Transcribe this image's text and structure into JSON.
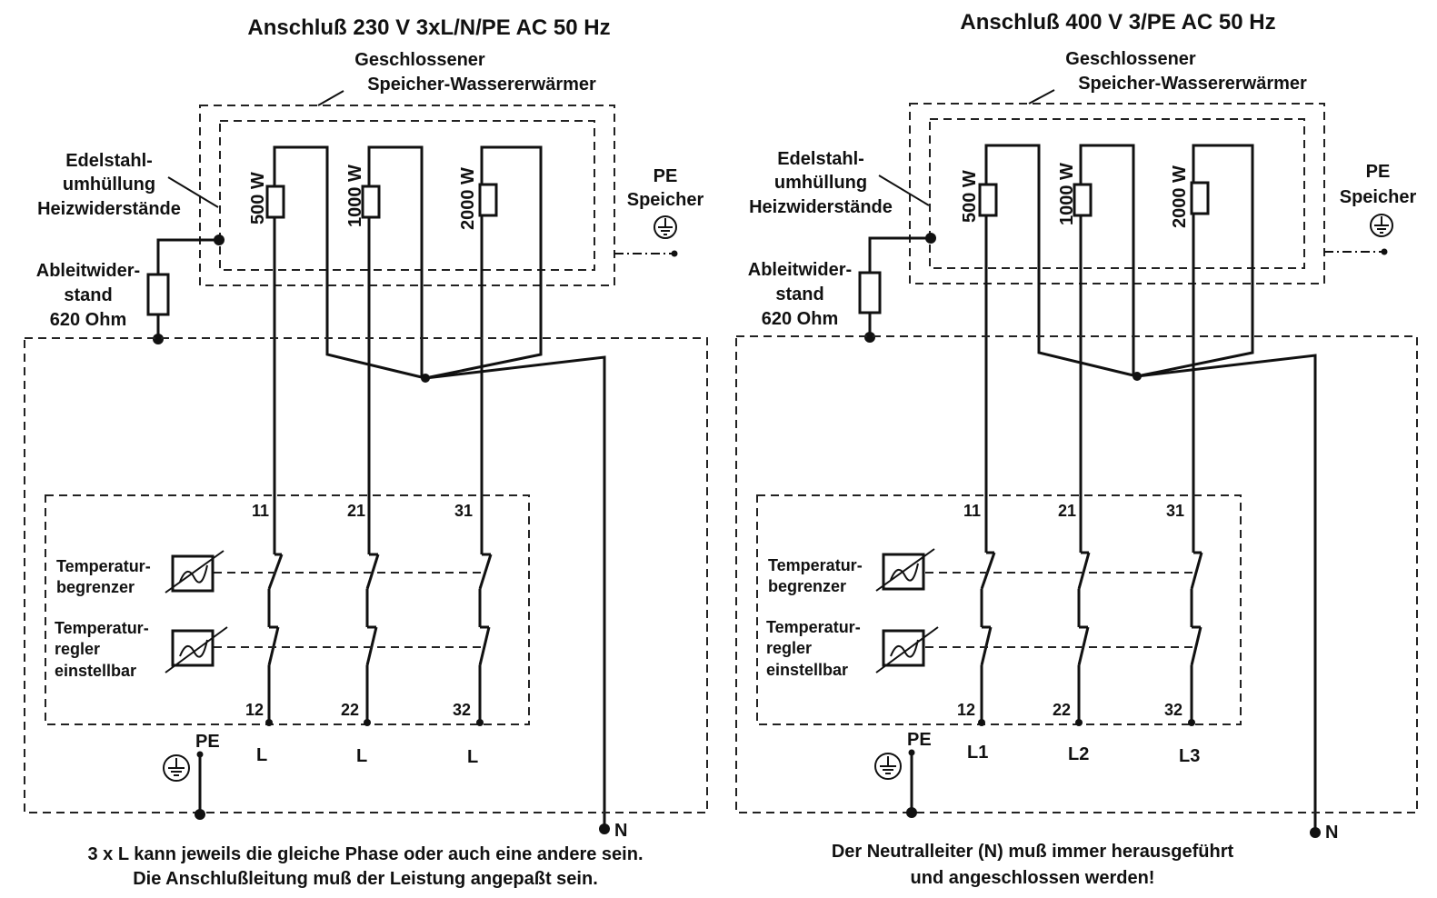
{
  "colors": {
    "ink": "#111111",
    "background": "#ffffff"
  },
  "left": {
    "title": "Anschluß 230 V 3xL/N/PE AC 50 Hz",
    "tank_1": "Geschlossener",
    "tank_2": "Speicher-Wassererwärmer",
    "sheath_1": "Edelstahl-",
    "sheath_2": "umhüllung",
    "sheath_3": "Heizwiderstände",
    "res_1": "Ableitwider-",
    "res_2": "stand",
    "res_3": "620 Ohm",
    "pe_1": "PE",
    "pe_2": "Speicher",
    "heater_1": "500 W",
    "heater_2": "1000 W",
    "heater_3": "2000 W",
    "term_top_1": "11",
    "term_top_2": "21",
    "term_top_3": "31",
    "term_bot_1": "12",
    "term_bot_2": "22",
    "term_bot_3": "32",
    "limiter_1": "Temperatur-",
    "limiter_2": "begrenzer",
    "reg_1": "Temperatur-",
    "reg_2": "regler",
    "reg_3": "einstellbar",
    "phase_1": "L",
    "phase_2": "L",
    "phase_3": "L",
    "pe_ground": "PE",
    "neutral": "N",
    "foot_1": "3 x L kann jeweils die gleiche Phase oder auch eine andere sein.",
    "foot_2": "Die Anschlußleitung muß der Leistung angepaßt sein."
  },
  "right": {
    "title": "Anschluß 400 V 3/PE AC 50 Hz",
    "tank_1": "Geschlossener",
    "tank_2": "Speicher-Wassererwärmer",
    "sheath_1": "Edelstahl-",
    "sheath_2": "umhüllung",
    "sheath_3": "Heizwiderstände",
    "res_1": "Ableitwider-",
    "res_2": "stand",
    "res_3": "620 Ohm",
    "pe_1": "PE",
    "pe_2": "Speicher",
    "heater_1": "500 W",
    "heater_2": "1000 W",
    "heater_3": "2000 W",
    "term_top_1": "11",
    "term_top_2": "21",
    "term_top_3": "31",
    "term_bot_1": "12",
    "term_bot_2": "22",
    "term_bot_3": "32",
    "limiter_1": "Temperatur-",
    "limiter_2": "begrenzer",
    "reg_1": "Temperatur-",
    "reg_2": "regler",
    "reg_3": "einstellbar",
    "phase_1": "L1",
    "phase_2": "L2",
    "phase_3": "L3",
    "pe_ground": "PE",
    "neutral": "N",
    "foot_1": "Der Neutralleiter (N) muß immer herausgeführt",
    "foot_2": "und angeschlossen werden!"
  }
}
